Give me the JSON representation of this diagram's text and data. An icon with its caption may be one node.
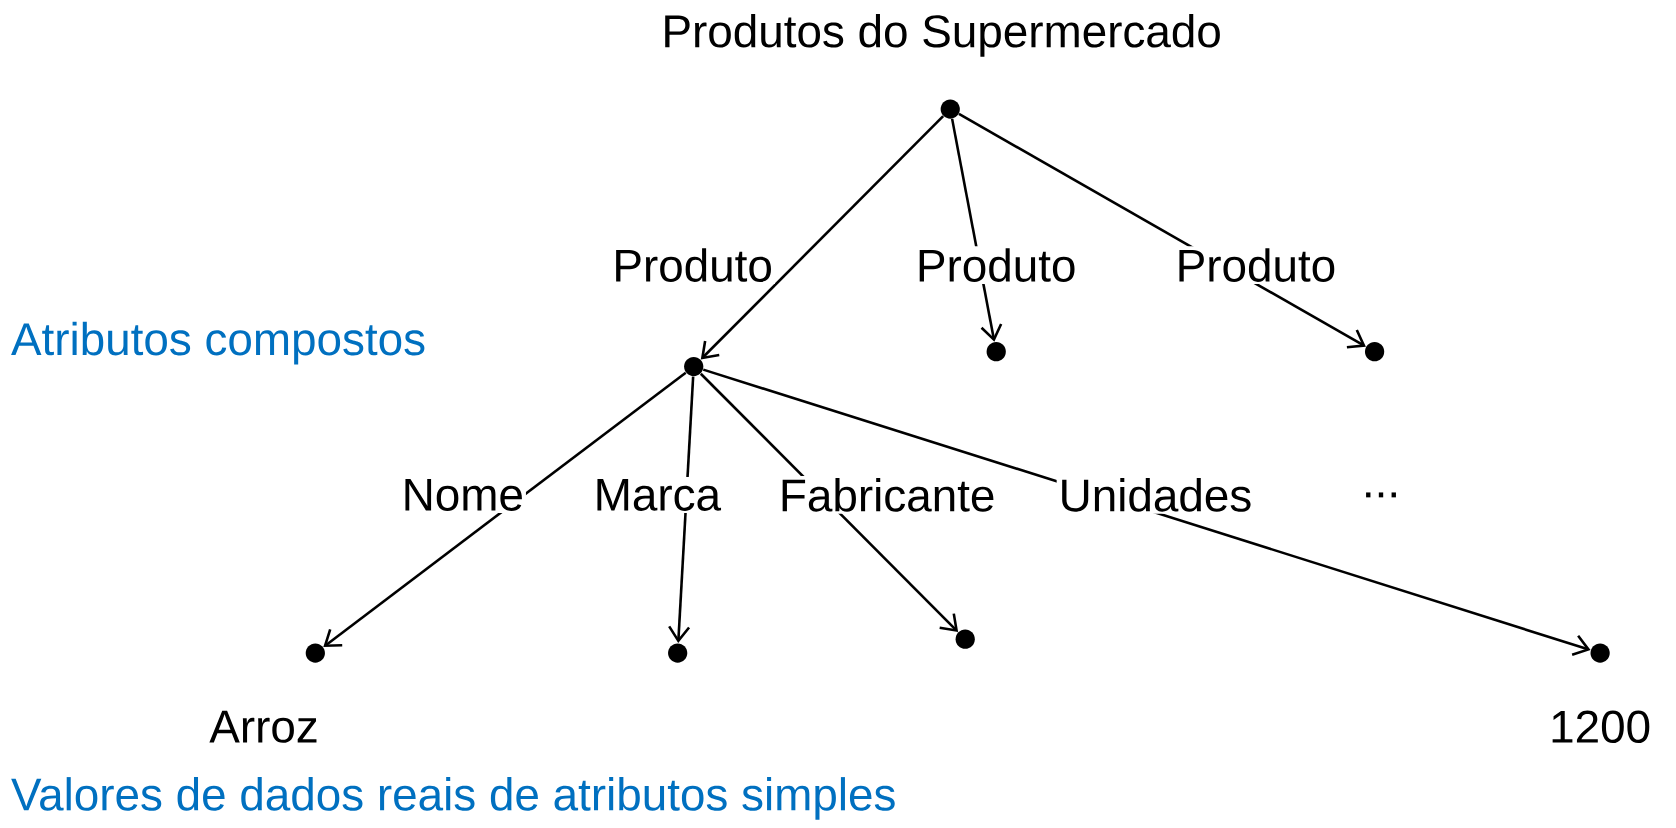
{
  "diagram": {
    "nodes": [
      {
        "text": [
          "Produtos do Supermercado"
        ]
      },
      {
        "text": [],
        "shape": "circle"
      },
      {
        "text": [],
        "shape": "circle"
      },
      {
        "text": [],
        "shape": "circle"
      },
      {
        "text": [
          "Arroz"
        ]
      },
      {
        "text": [],
        "shape": "circle"
      },
      {
        "text": [],
        "shape": "circle"
      },
      {
        "text": [
          "1200"
        ]
      }
    ],
    "edges": [
      {
        "from": 0,
        "to": 1,
        "arrow": "to",
        "label": "Produto"
      },
      {
        "from": 0,
        "to": 2,
        "arrow": "to",
        "label": "Produto"
      },
      {
        "from": 0,
        "to": 3,
        "arrow": "to",
        "label": "Produto"
      },
      {
        "from": 1,
        "to": 4,
        "arrow": "to",
        "label": "Nome"
      },
      {
        "from": 1,
        "to": 5,
        "arrow": "to",
        "label": "Marca"
      },
      {
        "from": 1,
        "to": 6,
        "arrow": "to",
        "label": "Fabricante"
      },
      {
        "from": 1,
        "to": 7,
        "arrow": "to",
        "label": "Unidades"
      }
    ],
    "labels": [
      "Atributos compostos",
      "...",
      "Valores de dados reais de atributos simples"
    ]
  }
}
